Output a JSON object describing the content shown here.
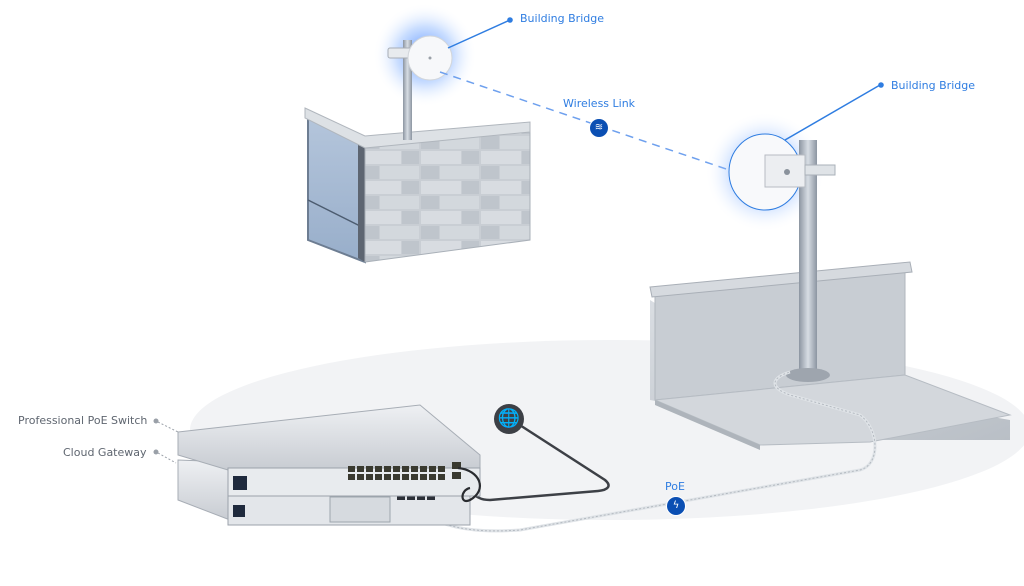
{
  "diagram": {
    "title": "Building-to-building wireless bridge topology",
    "colors": {
      "accent_blue": "#2f7de1",
      "badge_blue": "#0b4fb3",
      "label_gray": "#5f6670",
      "cable_dark": "#3d4046"
    },
    "nodes": {
      "bridge_left": {
        "label": "Building Bridge",
        "icon": "antenna-dish-icon"
      },
      "bridge_right": {
        "label": "Building Bridge",
        "icon": "antenna-dish-icon"
      },
      "poe_switch": {
        "label": "Professional PoE Switch",
        "icon": "switch-icon"
      },
      "cloud_gateway": {
        "label": "Cloud Gateway",
        "icon": "gateway-icon"
      },
      "internet": {
        "icon": "globe-icon",
        "glyph": "🌐"
      }
    },
    "links": {
      "wireless": {
        "label": "Wireless Link",
        "icon": "wifi-signal-icon",
        "glyph": "≋"
      },
      "poe": {
        "label": "PoE",
        "icon": "lightning-bolt-icon",
        "glyph": "ϟ"
      }
    }
  }
}
